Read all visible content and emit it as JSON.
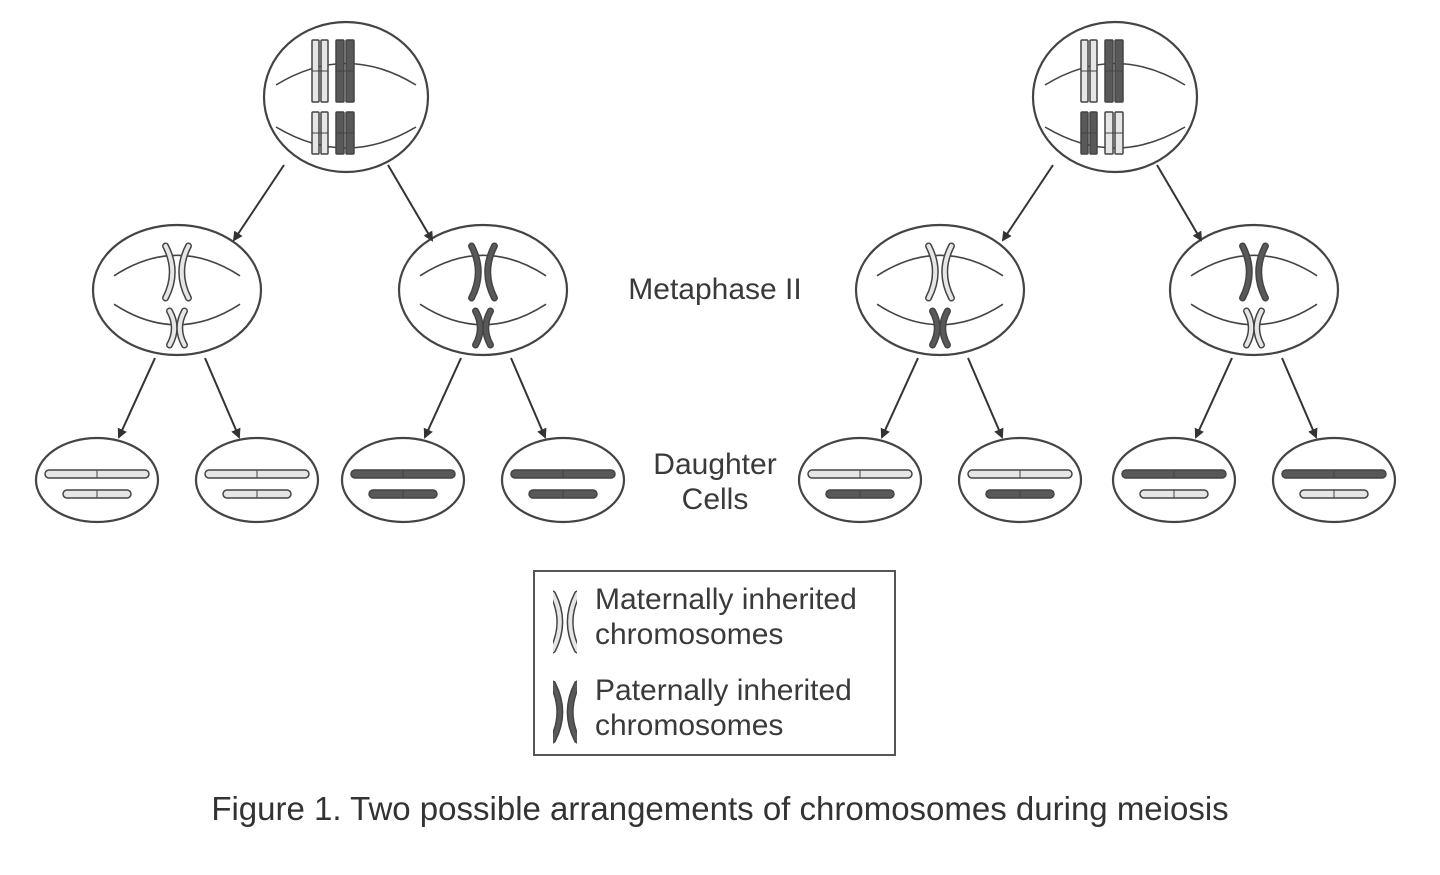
{
  "labels": {
    "metaphase": "Metaphase II",
    "daughter_line1": "Daughter",
    "daughter_line2": "Cells"
  },
  "legend": {
    "maternal_line1": "Maternally inherited",
    "maternal_line2": "chromosomes",
    "paternal_line1": "Paternally inherited",
    "paternal_line2": "chromosomes"
  },
  "caption": "Figure 1. Two possible arrangements of chromosomes during meiosis",
  "colors": {
    "maternal": "#e6e6e6",
    "paternal": "#595959",
    "outline": "#444444"
  },
  "arrangements": [
    {
      "parent_top": [
        "maternal",
        "paternal"
      ],
      "parent_bottom": [
        "maternal",
        "paternal"
      ],
      "metaphase_cells": [
        {
          "top": "maternal",
          "bottom": "maternal"
        },
        {
          "top": "paternal",
          "bottom": "paternal"
        }
      ],
      "daughter_cells": [
        {
          "top": "maternal",
          "bottom": "maternal"
        },
        {
          "top": "maternal",
          "bottom": "maternal"
        },
        {
          "top": "paternal",
          "bottom": "paternal"
        },
        {
          "top": "paternal",
          "bottom": "paternal"
        }
      ]
    },
    {
      "parent_top": [
        "maternal",
        "paternal"
      ],
      "parent_bottom": [
        "paternal",
        "maternal"
      ],
      "metaphase_cells": [
        {
          "top": "maternal",
          "bottom": "paternal"
        },
        {
          "top": "paternal",
          "bottom": "maternal"
        }
      ],
      "daughter_cells": [
        {
          "top": "maternal",
          "bottom": "paternal"
        },
        {
          "top": "maternal",
          "bottom": "paternal"
        },
        {
          "top": "paternal",
          "bottom": "maternal"
        },
        {
          "top": "paternal",
          "bottom": "maternal"
        }
      ]
    }
  ]
}
